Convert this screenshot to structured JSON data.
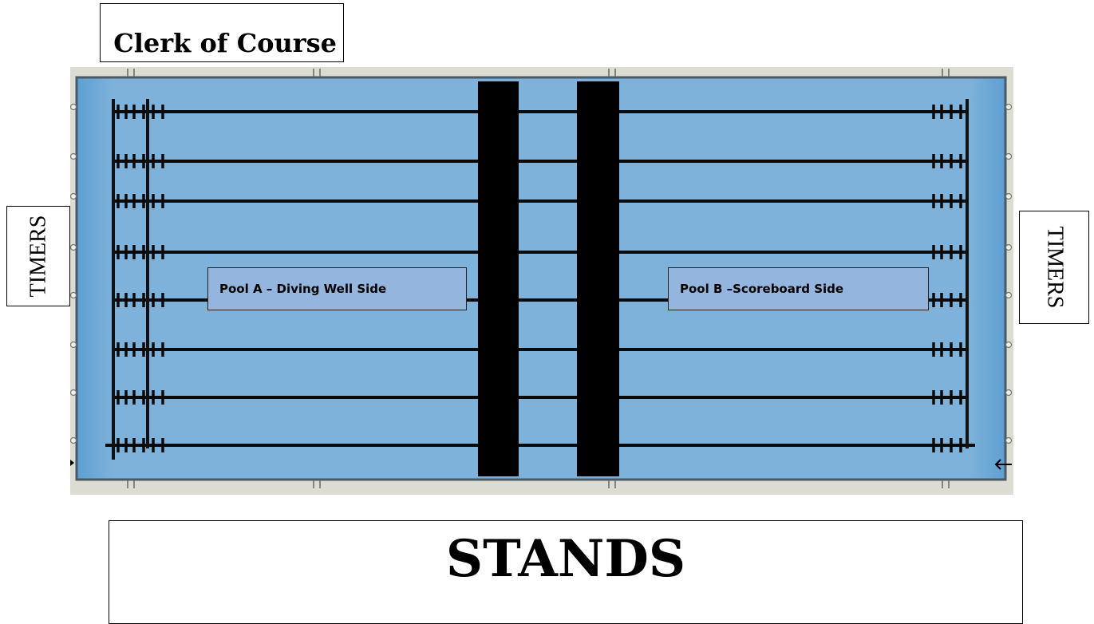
{
  "labels": {
    "clerk": "Clerk of Course",
    "timers_left": "TIMERS",
    "timers_right": "TIMERS",
    "stands": "STANDS",
    "pool_a": "Pool A – Diving Well Side",
    "pool_b": "Pool B –Scoreboard Side"
  },
  "colors": {
    "deck": "#dcdcd2",
    "water": "#7fb2da",
    "water_edge": "#5d9fd3",
    "lane_line": "#0a0a0a",
    "bulkhead": "#000000",
    "label_fill": "#94b6de"
  },
  "pool": {
    "lane_lines": 8,
    "bulkheads": 2
  }
}
